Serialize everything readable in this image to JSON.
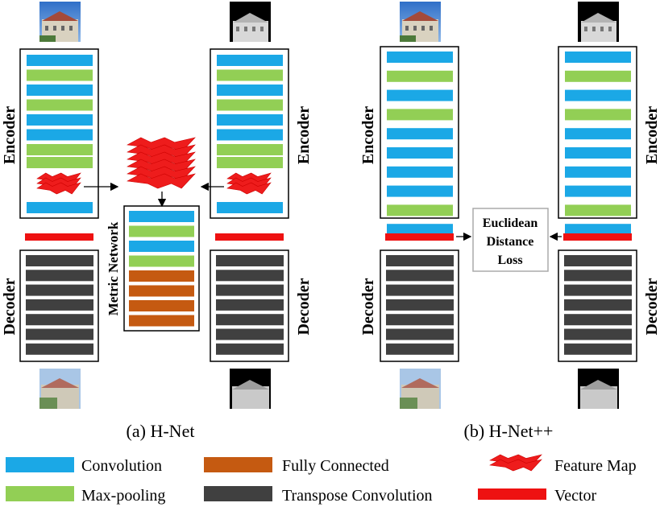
{
  "panels": {
    "a": {
      "caption": "(a) H-Net",
      "encoder_left": "Encoder",
      "encoder_right": "Encoder",
      "decoder_left": "Decoder",
      "decoder_right": "Decoder",
      "metric_network": "Metric Network"
    },
    "b": {
      "caption": "(b) H-Net++",
      "encoder_left": "Encoder",
      "encoder_right": "Encoder",
      "decoder_left": "Decoder",
      "decoder_right": "Decoder",
      "loss_line1": "Euclidean",
      "loss_line2": "Distance",
      "loss_line3": "Loss"
    }
  },
  "legend": {
    "convolution": "Convolution",
    "max_pooling": "Max-pooling",
    "fully_connected": "Fully Connected",
    "transpose_convolution": "Transpose Convolution",
    "feature_map": "Feature Map",
    "vector": "Vector"
  },
  "colors": {
    "convolution": "#1ba8e6",
    "max_pooling": "#92cf55",
    "fully_connected": "#c55a11",
    "transpose_convolution": "#404040",
    "feature_map": "#ee1c1c",
    "vector": "#ee1111"
  }
}
